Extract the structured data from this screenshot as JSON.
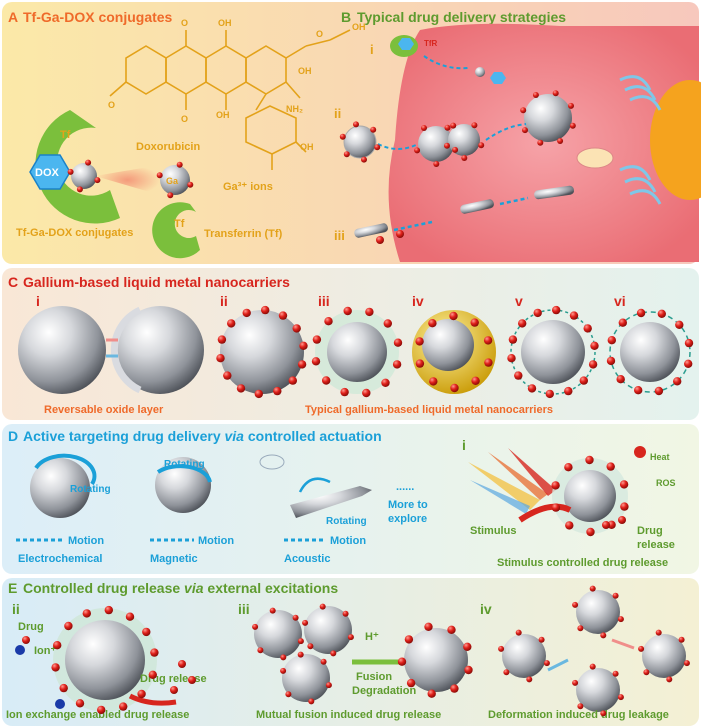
{
  "panel_a": {
    "letter": "A",
    "title": "Tf-Ga-DOX conjugates",
    "labels": {
      "tf": "Tf",
      "dox": "DOX",
      "ga": "Ga",
      "doxorubicin": "Doxorubicin",
      "ga_ions": "Ga³⁺ ions",
      "conjugates": "Tf-Ga-DOX conjugates",
      "tf_small": "Tf",
      "transferrin": "Transferrin (Tf)"
    },
    "molecule_atoms": {
      "oh1": "OH",
      "o1": "O",
      "oh2": "OH",
      "o2": "O",
      "oh3": "OH",
      "o3": "O",
      "oh4": "OH",
      "o4": "O",
      "nh2": "NH₂",
      "oh5": "OH"
    }
  },
  "panel_b": {
    "letter": "B",
    "title": "Typical drug delivery strategies",
    "tfr": "TfR",
    "romans": [
      "i",
      "ii",
      "iii"
    ]
  },
  "panel_c": {
    "letter": "C",
    "title": "Gallium-based liquid metal nanocarriers",
    "romans": [
      "i",
      "ii",
      "iii",
      "iv",
      "v",
      "vi"
    ],
    "caption_left": "Reversable oxide layer",
    "caption_right": "Typical gallium-based liquid metal nanocarriers"
  },
  "panel_d": {
    "letter": "D",
    "title_pre": "Active targeting drug delivery ",
    "title_via": "via",
    "title_post": " controlled actuation",
    "rotating_1": "Rotating",
    "rotating_2": "Rotating",
    "rotating_3": "Rotating",
    "motion": "Motion",
    "electrochemical": "Electrochemical",
    "magnetic": "Magnetic",
    "acoustic": "Acoustic",
    "more_dots": "......",
    "more_to": "More to",
    "explore": "explore",
    "roman_i": "i",
    "heat": "Heat",
    "ros": "ROS",
    "stimulus": "Stimulus",
    "drug": "Drug",
    "release": "release",
    "caption": "Stimulus controlled drug release"
  },
  "panel_e": {
    "letter": "E",
    "title_pre": "Controlled  drug release ",
    "title_via": "via",
    "title_post": " external excitations",
    "roman_ii": "ii",
    "roman_iii": "iii",
    "roman_iv": "iv",
    "drug": "Drug",
    "ion": "Ion⁺",
    "drug_release": "Drug release",
    "h_plus": "H⁺",
    "fusion": "Fusion",
    "degradation": "Degradation",
    "caption_ii": "Ion exchange enabled drug release",
    "caption_iii": "Mutual fusion induced drug release",
    "caption_iv": "Deformation induced drug leakage"
  },
  "colors": {
    "orange": "#ef6a2a",
    "green": "#5e9b2e",
    "blue": "#1ba0d8",
    "red": "#d7261e",
    "gold": "#e3a21a"
  }
}
